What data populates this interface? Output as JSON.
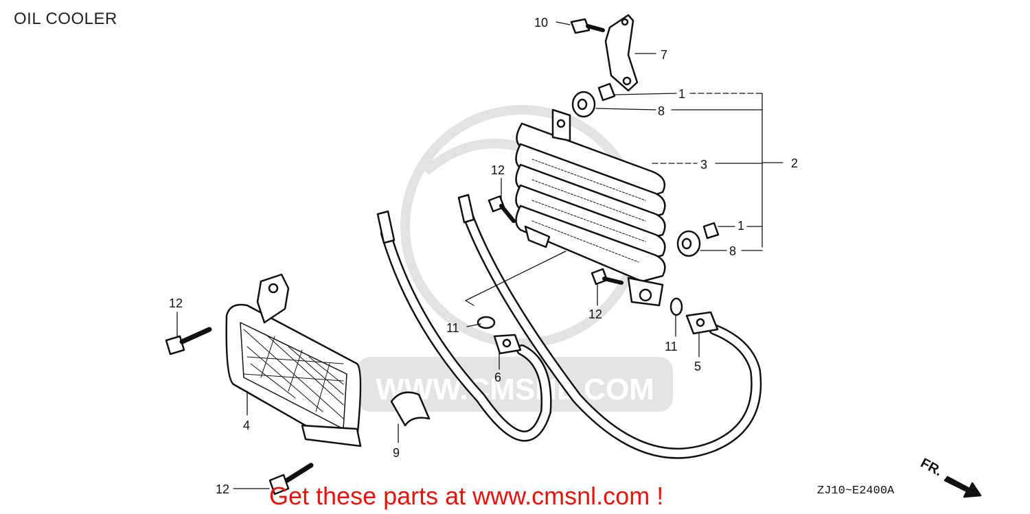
{
  "title": "OIL COOLER",
  "footer_text": "Get these parts at www.cmsnl.com !",
  "diagram_code": "ZJ10~E2400A",
  "direction_label": "FR.",
  "watermark_text": "WWW.CMSNL.COM",
  "colors": {
    "footer": "#e8130c",
    "line": "#111111",
    "watermark": "#d9d9d9"
  },
  "callouts": [
    {
      "id": "c1a",
      "label": "1"
    },
    {
      "id": "c1b",
      "label": "1"
    },
    {
      "id": "c2",
      "label": "2"
    },
    {
      "id": "c3",
      "label": "3"
    },
    {
      "id": "c4",
      "label": "4"
    },
    {
      "id": "c5",
      "label": "5"
    },
    {
      "id": "c6",
      "label": "6"
    },
    {
      "id": "c7",
      "label": "7"
    },
    {
      "id": "c8a",
      "label": "8"
    },
    {
      "id": "c8b",
      "label": "8"
    },
    {
      "id": "c9",
      "label": "9"
    },
    {
      "id": "c10",
      "label": "10"
    },
    {
      "id": "c11a",
      "label": "11"
    },
    {
      "id": "c11b",
      "label": "11"
    },
    {
      "id": "c12a",
      "label": "12"
    },
    {
      "id": "c12b",
      "label": "12"
    },
    {
      "id": "c12c",
      "label": "12"
    },
    {
      "id": "c12d",
      "label": "12"
    }
  ]
}
